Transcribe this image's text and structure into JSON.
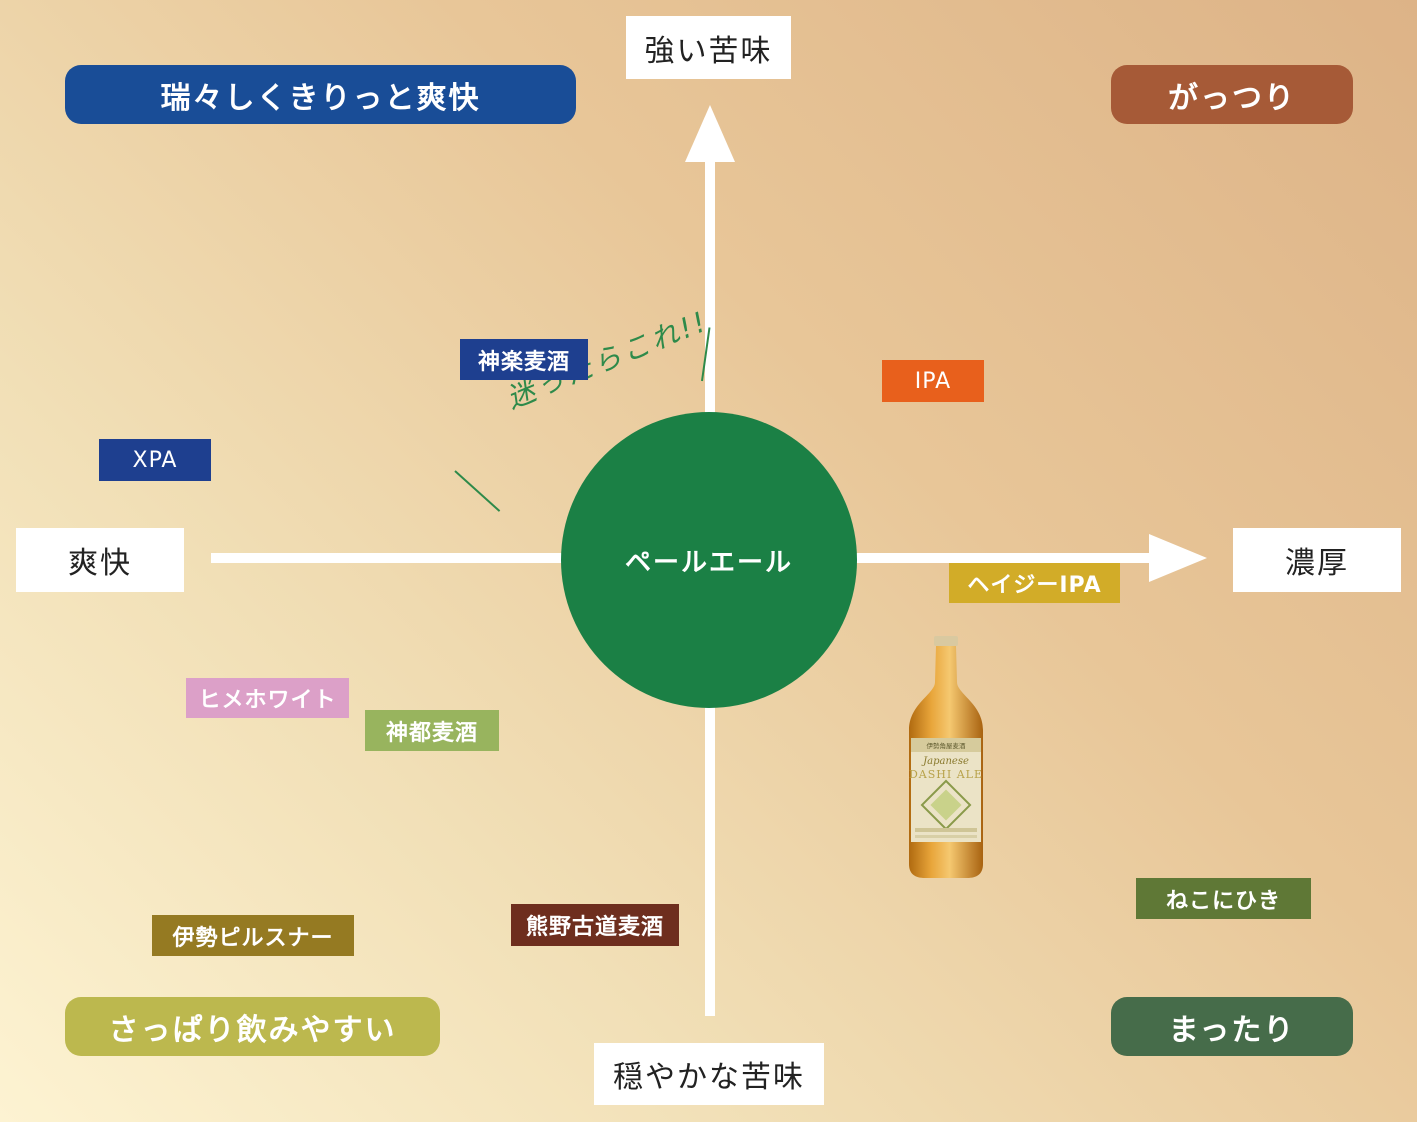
{
  "axes": {
    "top": "強い苦味",
    "bottom": "穏やかな苦味",
    "left": "爽快",
    "right": "濃厚"
  },
  "quadrants": {
    "top_left": "瑞々しくきりっと爽快",
    "top_right": "がっつり",
    "bottom_left": "さっぱり飲みやすい",
    "bottom_right": "まったり"
  },
  "center": {
    "label": "ペールエール",
    "note": "迷ったらこれ!!"
  },
  "products": [
    {
      "name": "神楽麦酒",
      "color": "#1e3f8f"
    },
    {
      "name": "XPA",
      "color": "#1e3f8f"
    },
    {
      "name": "IPA",
      "color": "#e8601c"
    },
    {
      "name": "ヘイジーIPA",
      "color": "#d2ac28"
    },
    {
      "name": "ヒメホワイト",
      "color": "#dca0c8"
    },
    {
      "name": "神都麦酒",
      "color": "#98b45e"
    },
    {
      "name": "伊勢ピルスナー",
      "color": "#957a22"
    },
    {
      "name": "熊野古道麦酒",
      "color": "#6e2e1e"
    },
    {
      "name": "ねこにひき",
      "color": "#5f7836"
    }
  ],
  "colors": {
    "quad_top_left": "#194d97",
    "quad_top_right": "#a65a37",
    "quad_bottom_left": "#bcb84e",
    "quad_bottom_right": "#466c4a",
    "center": "#1b8045"
  },
  "bottle": {
    "label_line1": "伊勢角屋麦酒",
    "label_line2": "Japanese",
    "label_line3": "DASHI ALE"
  }
}
